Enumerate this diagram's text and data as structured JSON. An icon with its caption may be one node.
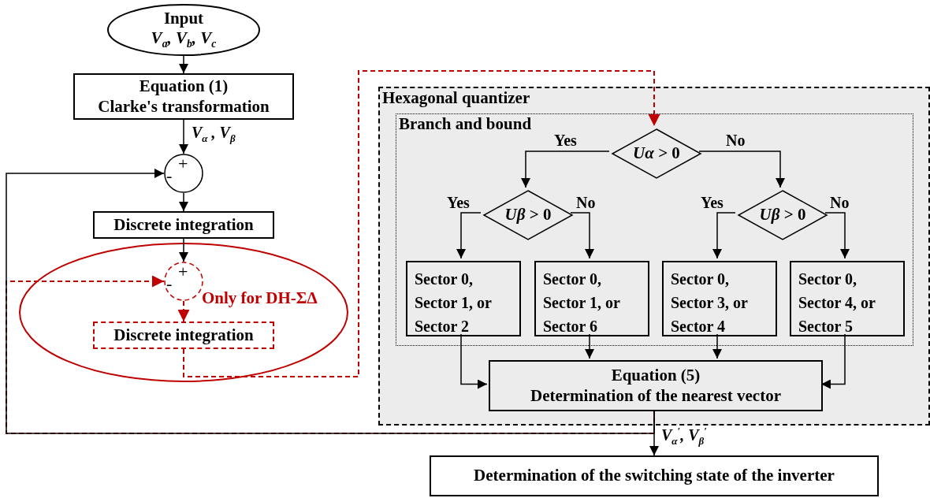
{
  "diagram": {
    "nodes": [
      {
        "text": [
          "Input",
          "V$_{a}$, V$_{b}$, V$_{c}$"
        ]
      },
      {
        "text": [
          "Equation (1)",
          "Clarke's transformation"
        ]
      },
      {
        "text": [
          "+",
          "-"
        ]
      },
      {
        "text": [
          "Discrete integration"
        ]
      },
      {
        "text": [
          "Only for DH-ΣΔ"
        ]
      },
      {
        "text": [
          "+",
          "-"
        ],
        "in": 4
      },
      {
        "text": [
          "Discrete integration"
        ],
        "in": 4
      },
      {
        "text": [
          "Hexagonal quantizer"
        ]
      },
      {
        "text": [
          "Branch and bound"
        ],
        "in": 7
      },
      {
        "text": [
          "*Uα* > 0"
        ],
        "in": 8
      },
      {
        "text": [
          "*Uβ* > 0"
        ],
        "in": 8
      },
      {
        "text": [
          "*Uβ* > 0"
        ],
        "in": 8
      },
      {
        "text": [
          "Sector 0, Sector 1, or Sector 2"
        ],
        "in": 8
      },
      {
        "text": [
          "Sector 0, Sector 1, or Sector 6"
        ],
        "in": 8
      },
      {
        "text": [
          "Sector 0, Sector 3, or Sector 4"
        ],
        "in": 8
      },
      {
        "text": [
          "Sector 0, Sector 4, or Sector 5"
        ],
        "in": 8
      },
      {
        "text": [
          "Equation (5)",
          "Determination of the nearest vector"
        ],
        "in": 7
      },
      {
        "text": [
          "Determination of the switching state of the inverter"
        ]
      }
    ],
    "edges": [
      {
        "from": 0,
        "to": 1,
        "arrow": "to"
      },
      {
        "from": 1,
        "to": 2,
        "arrow": "to",
        "label": "V$_{α}$ , V$_{β}$"
      },
      {
        "from": 2,
        "to": 3,
        "arrow": "to"
      },
      {
        "from": 3,
        "to": 5,
        "arrow": "to"
      },
      {
        "from": 5,
        "to": 6,
        "arrow": "to",
        "style": "dashed",
        "color": "#c00000"
      },
      {
        "from": 6,
        "to": 9,
        "arrow": "to",
        "style": "dashed",
        "color": "#c00000"
      },
      {
        "from": 9,
        "to": 10,
        "arrow": "to",
        "label": "Yes"
      },
      {
        "from": 9,
        "to": 11,
        "arrow": "to",
        "label": "No"
      },
      {
        "from": 10,
        "to": 12,
        "arrow": "to",
        "label": "Yes"
      },
      {
        "from": 10,
        "to": 13,
        "arrow": "to",
        "label": "No"
      },
      {
        "from": 11,
        "to": 14,
        "arrow": "to",
        "label": "Yes"
      },
      {
        "from": 11,
        "to": 15,
        "arrow": "to",
        "label": "No"
      },
      {
        "from": 12,
        "to": 16,
        "arrow": "to"
      },
      {
        "from": 13,
        "to": 16,
        "arrow": "to"
      },
      {
        "from": 14,
        "to": 16,
        "arrow": "to"
      },
      {
        "from": 15,
        "to": 16,
        "arrow": "to"
      },
      {
        "from": 16,
        "to": 17,
        "arrow": "to",
        "label": "V$_{α}$$^{′}$, V$_{β}$$^{′}$"
      },
      {
        "from": 16,
        "to": 2,
        "arrow": "to"
      },
      {
        "from": 16,
        "to": 5,
        "arrow": "to",
        "style": "dashed",
        "color": "#c00000"
      }
    ]
  }
}
